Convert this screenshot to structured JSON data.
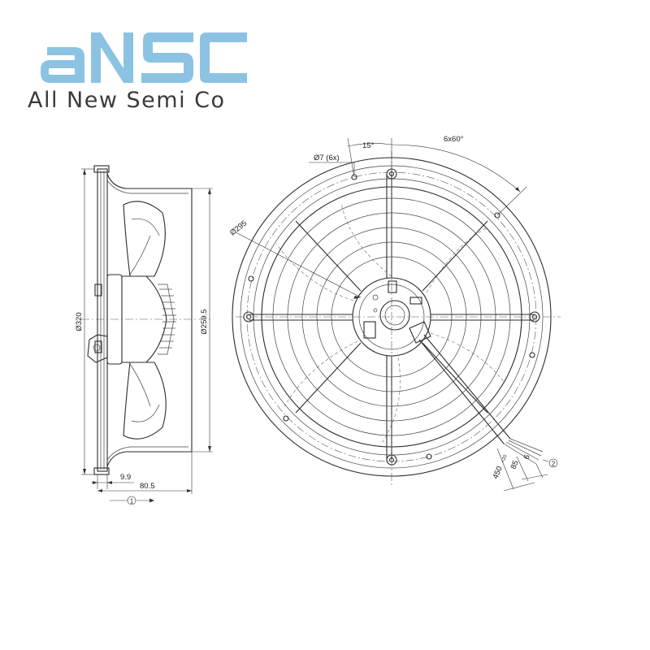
{
  "brand": {
    "logo_text": "ANSC",
    "tagline": "All New Semi Co",
    "logo_color": "#8cc3e3"
  },
  "drawing": {
    "side_view": {
      "outer_diameter": "Ø320",
      "inner_diameter": "Ø259.5",
      "offset_depth": "9.9",
      "total_depth": "80.5",
      "airflow_marker": "1"
    },
    "front_view": {
      "hole_spec": "Ø7 (6x)",
      "hole_circle": "Ø295",
      "angle_offset": "15°",
      "angle_pitch": "6x60°",
      "cable_length": "450",
      "cable_tolerance": "+20",
      "cable_strip": "85",
      "wire_strip": "6",
      "cable_marker": "2"
    }
  }
}
